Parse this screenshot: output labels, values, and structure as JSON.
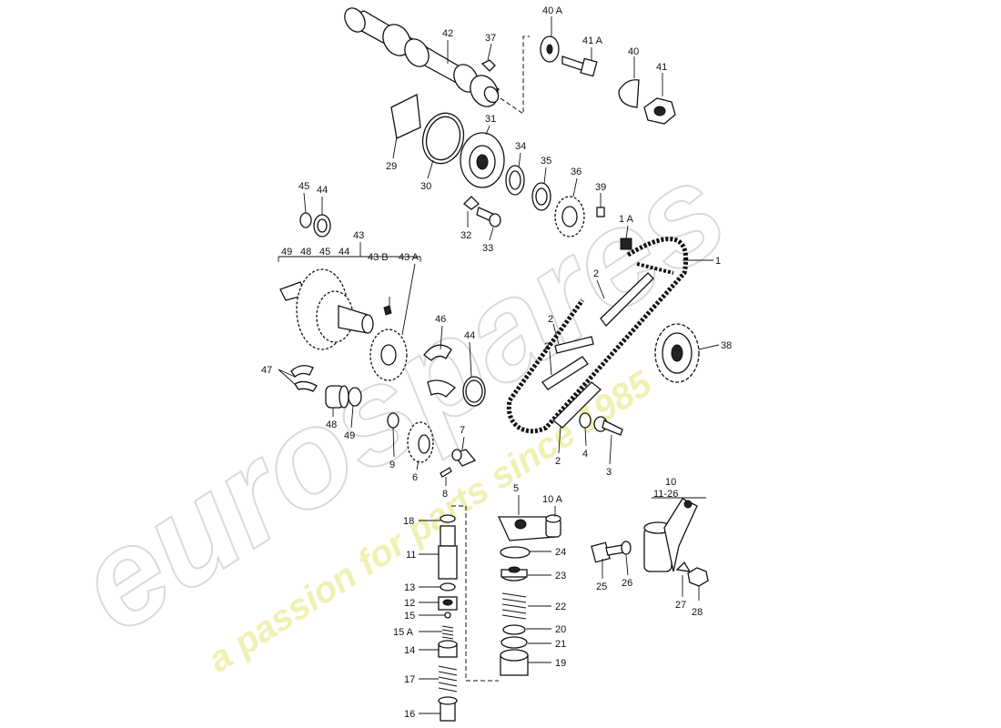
{
  "watermark": {
    "brand": "eurospares",
    "tagline": "a passion for parts since 1985",
    "brand_color": "#d9d9d9",
    "tagline_color": "#e3e38a"
  },
  "labels": [
    {
      "id": "42",
      "text": "42"
    },
    {
      "id": "37",
      "text": "37"
    },
    {
      "id": "40A",
      "text": "40 A"
    },
    {
      "id": "41A",
      "text": "41 A"
    },
    {
      "id": "40",
      "text": "40"
    },
    {
      "id": "41",
      "text": "41"
    },
    {
      "id": "31",
      "text": "31"
    },
    {
      "id": "29",
      "text": "29"
    },
    {
      "id": "30",
      "text": "30"
    },
    {
      "id": "34",
      "text": "34"
    },
    {
      "id": "35",
      "text": "35"
    },
    {
      "id": "36",
      "text": "36"
    },
    {
      "id": "39",
      "text": "39"
    },
    {
      "id": "32",
      "text": "32"
    },
    {
      "id": "33",
      "text": "33"
    },
    {
      "id": "1A",
      "text": "1 A"
    },
    {
      "id": "1",
      "text": "1"
    },
    {
      "id": "45",
      "text": "45"
    },
    {
      "id": "44a",
      "text": "44"
    },
    {
      "id": "43",
      "text": "43"
    },
    {
      "id": "g49",
      "text": "49"
    },
    {
      "id": "g48",
      "text": "48"
    },
    {
      "id": "g45",
      "text": "45"
    },
    {
      "id": "g44",
      "text": "44"
    },
    {
      "id": "43B",
      "text": "43 B"
    },
    {
      "id": "43A",
      "text": "43 A"
    },
    {
      "id": "2a",
      "text": "2"
    },
    {
      "id": "2b",
      "text": "2"
    },
    {
      "id": "2c",
      "text": "2"
    },
    {
      "id": "2d",
      "text": "2"
    },
    {
      "id": "46",
      "text": "46"
    },
    {
      "id": "44b",
      "text": "44"
    },
    {
      "id": "38",
      "text": "38"
    },
    {
      "id": "47",
      "text": "47"
    },
    {
      "id": "48",
      "text": "48"
    },
    {
      "id": "49",
      "text": "49"
    },
    {
      "id": "9",
      "text": "9"
    },
    {
      "id": "6",
      "text": "6"
    },
    {
      "id": "7",
      "text": "7"
    },
    {
      "id": "4",
      "text": "4"
    },
    {
      "id": "3",
      "text": "3"
    },
    {
      "id": "8",
      "text": "8"
    },
    {
      "id": "5",
      "text": "5"
    },
    {
      "id": "10A",
      "text": "10 A"
    },
    {
      "id": "10",
      "text": "10"
    },
    {
      "id": "11-26",
      "text": "11-26"
    },
    {
      "id": "18",
      "text": "18"
    },
    {
      "id": "11",
      "text": "11"
    },
    {
      "id": "13",
      "text": "13"
    },
    {
      "id": "12",
      "text": "12"
    },
    {
      "id": "15",
      "text": "15"
    },
    {
      "id": "15A",
      "text": "15 A"
    },
    {
      "id": "14",
      "text": "14"
    },
    {
      "id": "17",
      "text": "17"
    },
    {
      "id": "16",
      "text": "16"
    },
    {
      "id": "24",
      "text": "24"
    },
    {
      "id": "23",
      "text": "23"
    },
    {
      "id": "22",
      "text": "22"
    },
    {
      "id": "20",
      "text": "20"
    },
    {
      "id": "21",
      "text": "21"
    },
    {
      "id": "19",
      "text": "19"
    },
    {
      "id": "25",
      "text": "25"
    },
    {
      "id": "26",
      "text": "26"
    },
    {
      "id": "27",
      "text": "27"
    },
    {
      "id": "28",
      "text": "28"
    }
  ]
}
